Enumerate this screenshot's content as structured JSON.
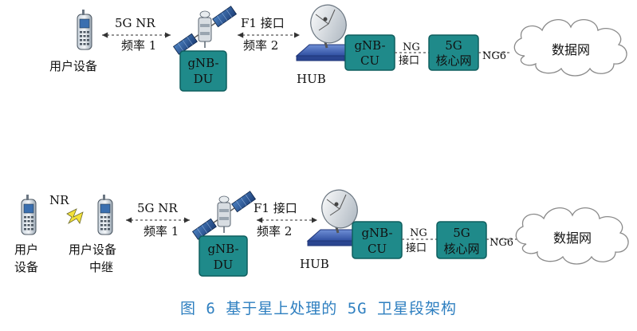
{
  "colors": {
    "box": "#1f8a8a",
    "box_border": "#0f5e5e",
    "caption": "#2e7fc0",
    "link_dash": "#555555"
  },
  "icons": [
    "phone-icon",
    "satellite-icon",
    "dish-icon",
    "lightning-icon",
    "cloud-icon"
  ],
  "top": {
    "user_label": "用户设备",
    "link1_a": "5G NR",
    "link1_b": "频率 1",
    "du_a": "gNB-",
    "du_b": "DU",
    "link2_a": "F1 接口",
    "link2_b": "频率 2",
    "hub": "HUB",
    "cu_a": "gNB-",
    "cu_b": "CU",
    "ng_a": "NG",
    "ng_b": "接口",
    "core_a": "5G",
    "core_b": "核心网",
    "ng6": "NG6",
    "cloud": "数据网"
  },
  "bottom": {
    "nr": "NR",
    "user_a": "用户",
    "user_b": "设备",
    "relay_a": "用户设备",
    "relay_b": "中继",
    "link1_a": "5G NR",
    "link1_b": "频率 1",
    "du_a": "gNB-",
    "du_b": "DU",
    "link2_a": "F1 接口",
    "link2_b": "频率 2",
    "hub": "HUB",
    "cu_a": "gNB-",
    "cu_b": "CU",
    "ng_a": "NG",
    "ng_b": "接口",
    "core_a": "5G",
    "core_b": "核心网",
    "ng6": "NG6",
    "cloud": "数据网"
  },
  "caption": "图 6 基于星上处理的 5G 卫星段架构"
}
